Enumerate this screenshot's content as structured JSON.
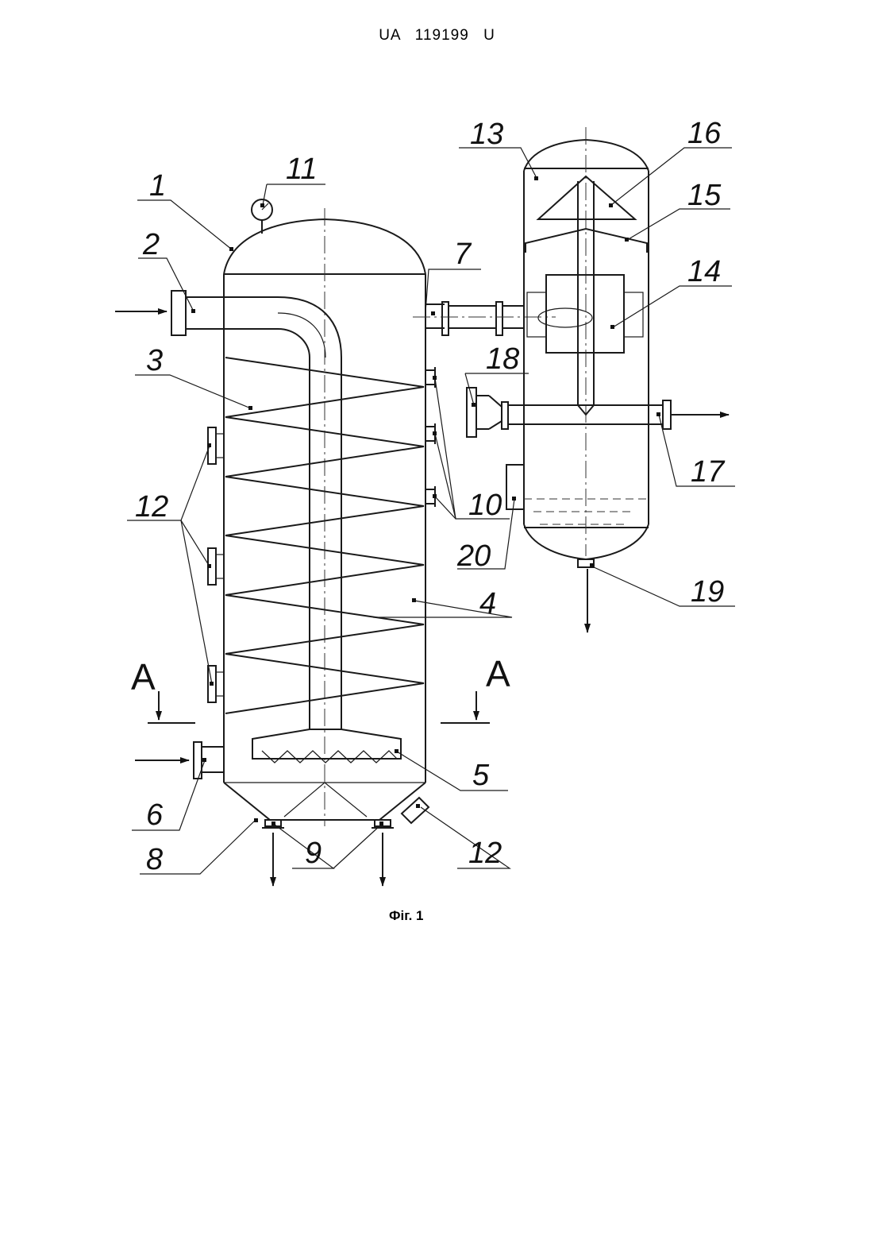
{
  "header": {
    "patent_code": "UA   119199   U"
  },
  "figure": {
    "caption": "Фіг. 1",
    "section_marker": "A",
    "labels": {
      "l1": "1",
      "l2": "2",
      "l3": "3",
      "l4": "4",
      "l5": "5",
      "l6": "6",
      "l7": "7",
      "l8": "8",
      "l9": "9",
      "l10": "10",
      "l11": "11",
      "l12a": "12",
      "l12b": "12",
      "l13": "13",
      "l14": "14",
      "l15": "15",
      "l16": "16",
      "l17": "17",
      "l18": "18",
      "l19": "19",
      "l20": "20"
    }
  }
}
